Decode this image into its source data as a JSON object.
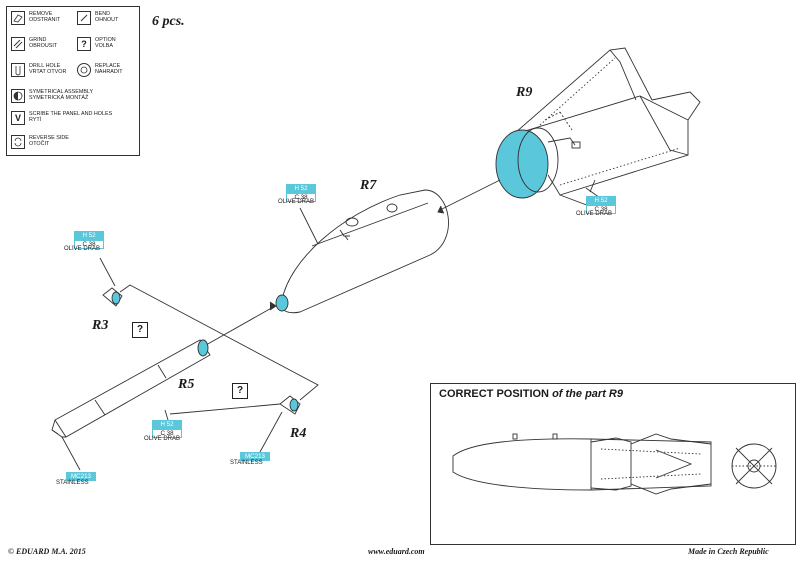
{
  "legend": [
    {
      "icon": "eraser-icon",
      "lines": [
        "REMOVE",
        "ODSTRANIT"
      ]
    },
    {
      "icon": "bend-icon",
      "lines": [
        "BEND",
        "OHNOUT"
      ]
    },
    {
      "icon": "grind-icon",
      "lines": [
        "GRIND",
        "OBROUSIT"
      ]
    },
    {
      "icon": "question-icon",
      "lines": [
        "OPTION",
        "VOLBA"
      ]
    },
    {
      "icon": "drill-icon",
      "lines": [
        "DRILL HOLE",
        "VRTAT OTVOR"
      ]
    },
    {
      "icon": "replace-icon",
      "lines": [
        "REPLACE",
        "NAHRADIT"
      ]
    },
    {
      "icon": "symmetry-icon",
      "lines": [
        "SYMETRICAL ASSEMBLY",
        "SYMETRICKÁ MONTÁŽ"
      ]
    },
    {
      "icon": "scribe-icon",
      "lines": [
        "SCRIBE THE PANEL AND HOLES",
        "RYTÍ"
      ]
    },
    {
      "icon": "reverse-icon",
      "lines": [
        "REVERSE SIDE",
        "OTOČIT"
      ]
    }
  ],
  "quantity": "6 pcs.",
  "parts": {
    "r9": "R9",
    "r7": "R7",
    "r3": "R3",
    "r5": "R5",
    "r4": "R4"
  },
  "colors_callouts": {
    "r9": {
      "h": "H 52",
      "c": "C 38",
      "name": "OLIVE DRAB"
    },
    "r7": {
      "h": "H 52",
      "c": "C 38",
      "name": "OLIVE DRAB"
    },
    "r3": {
      "h": "H 52",
      "c": "C 38",
      "name": "OLIVE DRAB"
    },
    "r5": {
      "h": "H 52",
      "c": "C 38",
      "name": "OLIVE DRAB"
    },
    "r4": {
      "mc": "MC213",
      "name": "STAINLESS"
    },
    "r5tip": {
      "mc": "MC213",
      "name": "STAINLESS"
    }
  },
  "option_mark": "?",
  "inset": {
    "title_main": "CORRECT POSITION",
    "title_rest": "of the part R9"
  },
  "footer": {
    "left": "© EDUARD  M.A. 2015",
    "center": "www.eduard.com",
    "right": "Made in Czech Republic"
  },
  "palette": {
    "paint_cyan": "#5bc7da",
    "line": "#333333"
  }
}
